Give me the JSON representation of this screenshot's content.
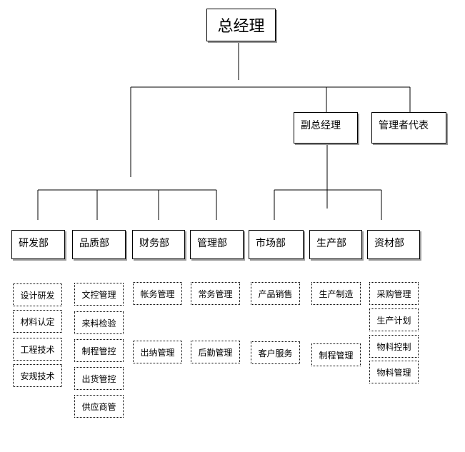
{
  "top": "总经理",
  "deputy": "副总经理",
  "mgmt_rep": "管理者代表",
  "departments": [
    {
      "name": "研发部",
      "subs": [
        "设计研发",
        "材料认定",
        "工程技术",
        "安规技术"
      ]
    },
    {
      "name": "品质部",
      "subs": [
        "文控管理",
        "来料检验",
        "制程管控",
        "出货管控",
        "供应商管"
      ]
    },
    {
      "name": "财务部",
      "subs": [
        "帐务管理",
        "出纳管理"
      ]
    },
    {
      "name": "管理部",
      "subs": [
        "常务管理",
        "后勤管理"
      ]
    },
    {
      "name": "市场部",
      "subs": [
        "产品销售",
        "客户服务"
      ]
    },
    {
      "name": "生产部",
      "subs": [
        "生产制造",
        "制程管理"
      ]
    },
    {
      "name": "资材部",
      "subs": [
        "采购管理",
        "生产计划",
        "物料控制",
        "物料管理"
      ]
    }
  ]
}
